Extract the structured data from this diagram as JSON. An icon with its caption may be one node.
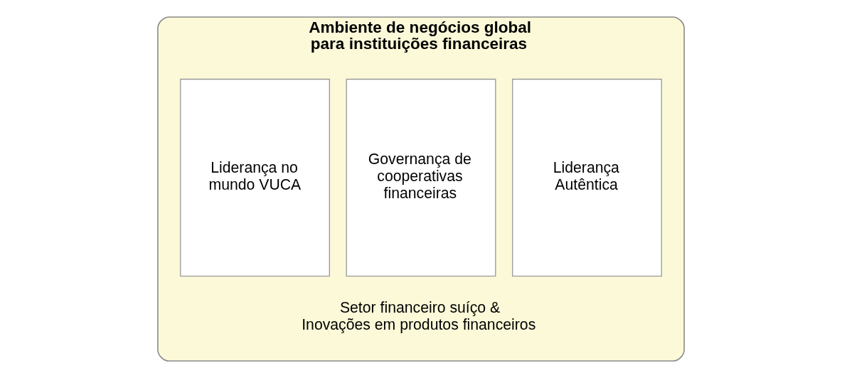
{
  "diagram": {
    "nodes": [
      {
        "text": [
          "Ambiente de negócios global para instituições financeiras",
          "Setor financeiro suíço & Inovações em produtos financeiros"
        ]
      },
      {
        "text": [
          "Liderança no mundo VUCA"
        ],
        "in": 0
      },
      {
        "text": [
          "Governança de cooperativas financeiras"
        ],
        "in": 0
      },
      {
        "text": [
          "Liderança Autêntica"
        ],
        "in": 0
      }
    ],
    "edges": []
  }
}
